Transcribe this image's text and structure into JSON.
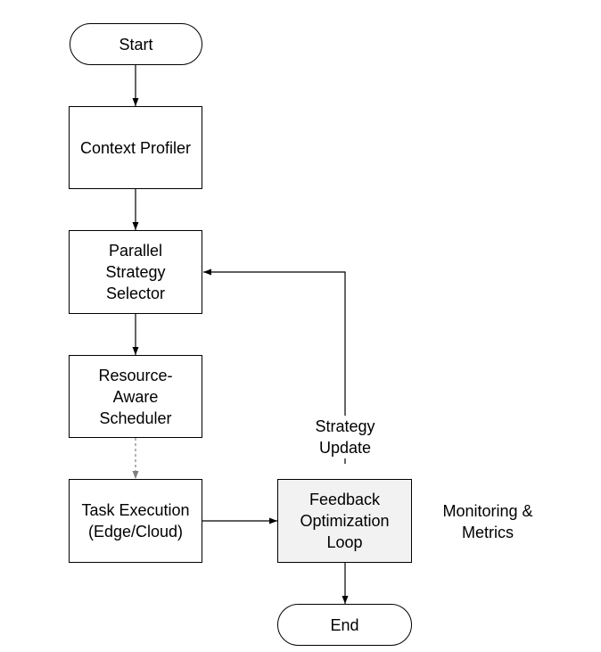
{
  "diagram": {
    "nodes": {
      "start": "Start",
      "context_profiler": "Context Profiler",
      "strategy_selector": "Parallel\nStrategy\nSelector",
      "scheduler": "Resource-\nAware\nScheduler",
      "task_execution": "Task Execution\n(Edge/Cloud)",
      "feedback_loop": "Feedback\nOptimization\nLoop",
      "end": "End"
    },
    "labels": {
      "strategy_update": "Strategy\nUpdate",
      "monitoring": "Monitoring &\nMetrics"
    },
    "colors": {
      "line": "#000000",
      "dashed_line": "#808080",
      "feedback_fill": "#f2f2f2"
    }
  }
}
